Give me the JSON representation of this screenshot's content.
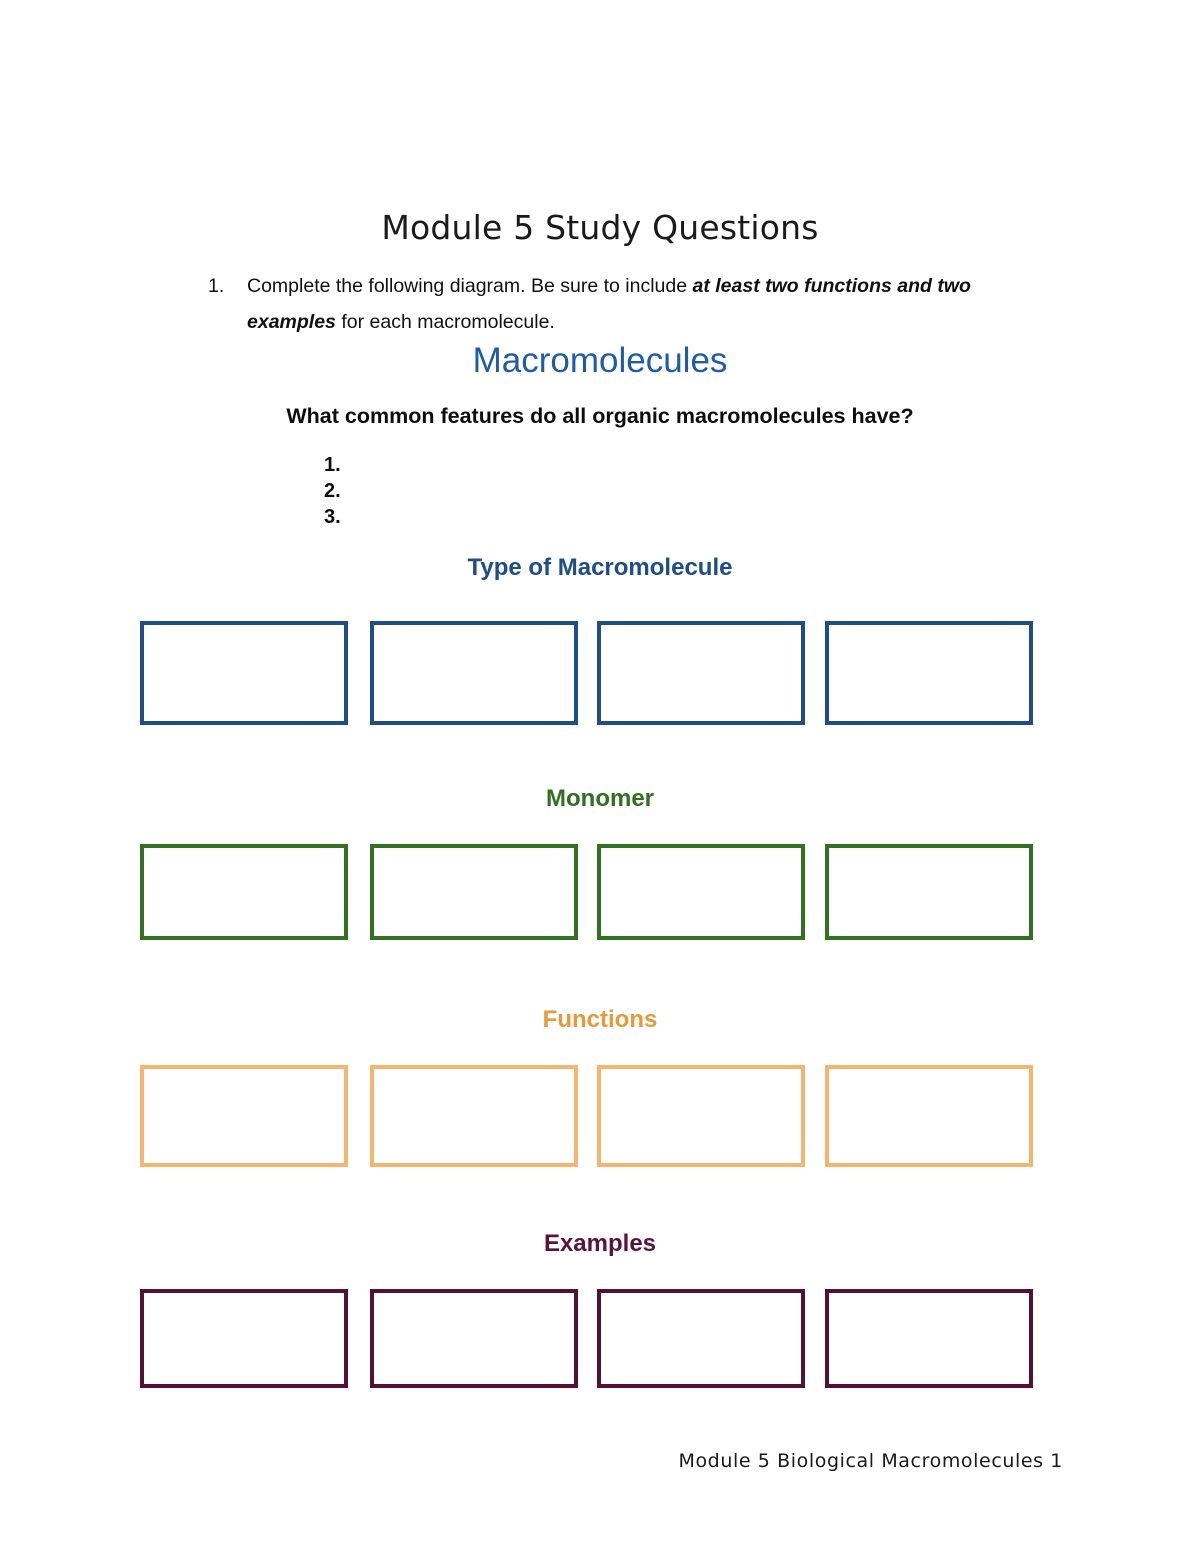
{
  "document": {
    "title": "Module 5 Study Questions",
    "footer": "Module 5 Biological Macromolecules 1"
  },
  "instruction": {
    "number": "1.",
    "text_before": "Complete the following diagram. Be sure to include ",
    "emphasis": "at least two functions and two examples",
    "text_after": " for each macromolecule."
  },
  "diagram": {
    "heading": "Macromolecules",
    "features_question": "What common features do all organic macromolecules have?",
    "features_items": [
      "1.",
      "2.",
      "3."
    ],
    "sections": [
      {
        "id": "type",
        "heading": "Type of Macromolecule",
        "color": "#1F4E87",
        "boxes": [
          "",
          "",
          "",
          ""
        ]
      },
      {
        "id": "monomer",
        "heading": "Monomer",
        "color": "#317023",
        "boxes": [
          "",
          "",
          "",
          ""
        ]
      },
      {
        "id": "functions",
        "heading": "Functions",
        "color": "#E59A3C",
        "boxes": [
          "",
          "",
          "",
          ""
        ]
      },
      {
        "id": "examples",
        "heading": "Examples",
        "color": "#58143A",
        "boxes": [
          "",
          "",
          "",
          ""
        ]
      }
    ]
  }
}
